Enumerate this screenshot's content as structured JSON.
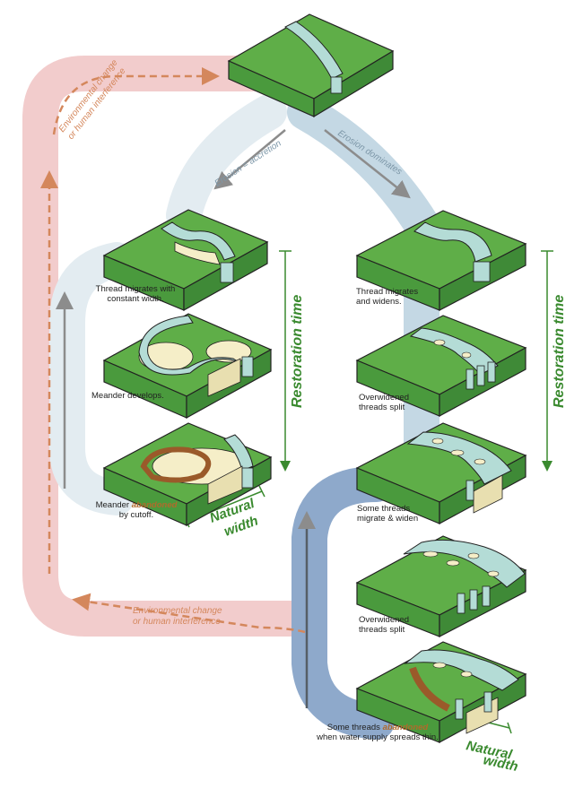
{
  "arrows": {
    "left_top": "Erosion = accretion",
    "right_top": "Erosion dominates"
  },
  "environmental": {
    "top_line1": "Environmental change",
    "top_line2": "or human interference",
    "bottom_line1": "Environmental change",
    "bottom_line2": "or human interference"
  },
  "restoration": {
    "left": "Restoration time",
    "right": "Restoration time"
  },
  "natural_width": {
    "left_line1": "Natural",
    "left_line2": "width",
    "right_line1": "Natural",
    "right_line2": "width"
  },
  "left_column": {
    "step1_line1": "Thread migrates with",
    "step1_line2": "constant width.",
    "step2": "Meander develops.",
    "step3_pre": "Meander ",
    "step3_highlight": "abandoned",
    "step3_line2": "by cutoff."
  },
  "right_column": {
    "step1_line1": "Thread migrates",
    "step1_line2": "and widens.",
    "step2_line1": "Overwidened",
    "step2_line2": "threads split",
    "step3_line1": "Some threads",
    "step3_line2": "migrate & widen",
    "step4_line1": "Overwidened",
    "step4_line2": "threads split",
    "step5_pre": "Some threads ",
    "step5_highlight": "abandoned",
    "step5_line2": "when water supply spreads thin."
  },
  "colors": {
    "grass": "#5fae48",
    "block_side": "#3f8a37",
    "water": "#b4dcd6",
    "sand": "#f5eec8",
    "abandoned": "#9a5a2a",
    "environmental": "#e8a5a5",
    "path_light": "#dfe9ef",
    "path_mid": "#bcd3e0",
    "path_dark": "#8aa6c8",
    "label_green": "#3a8a2f"
  }
}
